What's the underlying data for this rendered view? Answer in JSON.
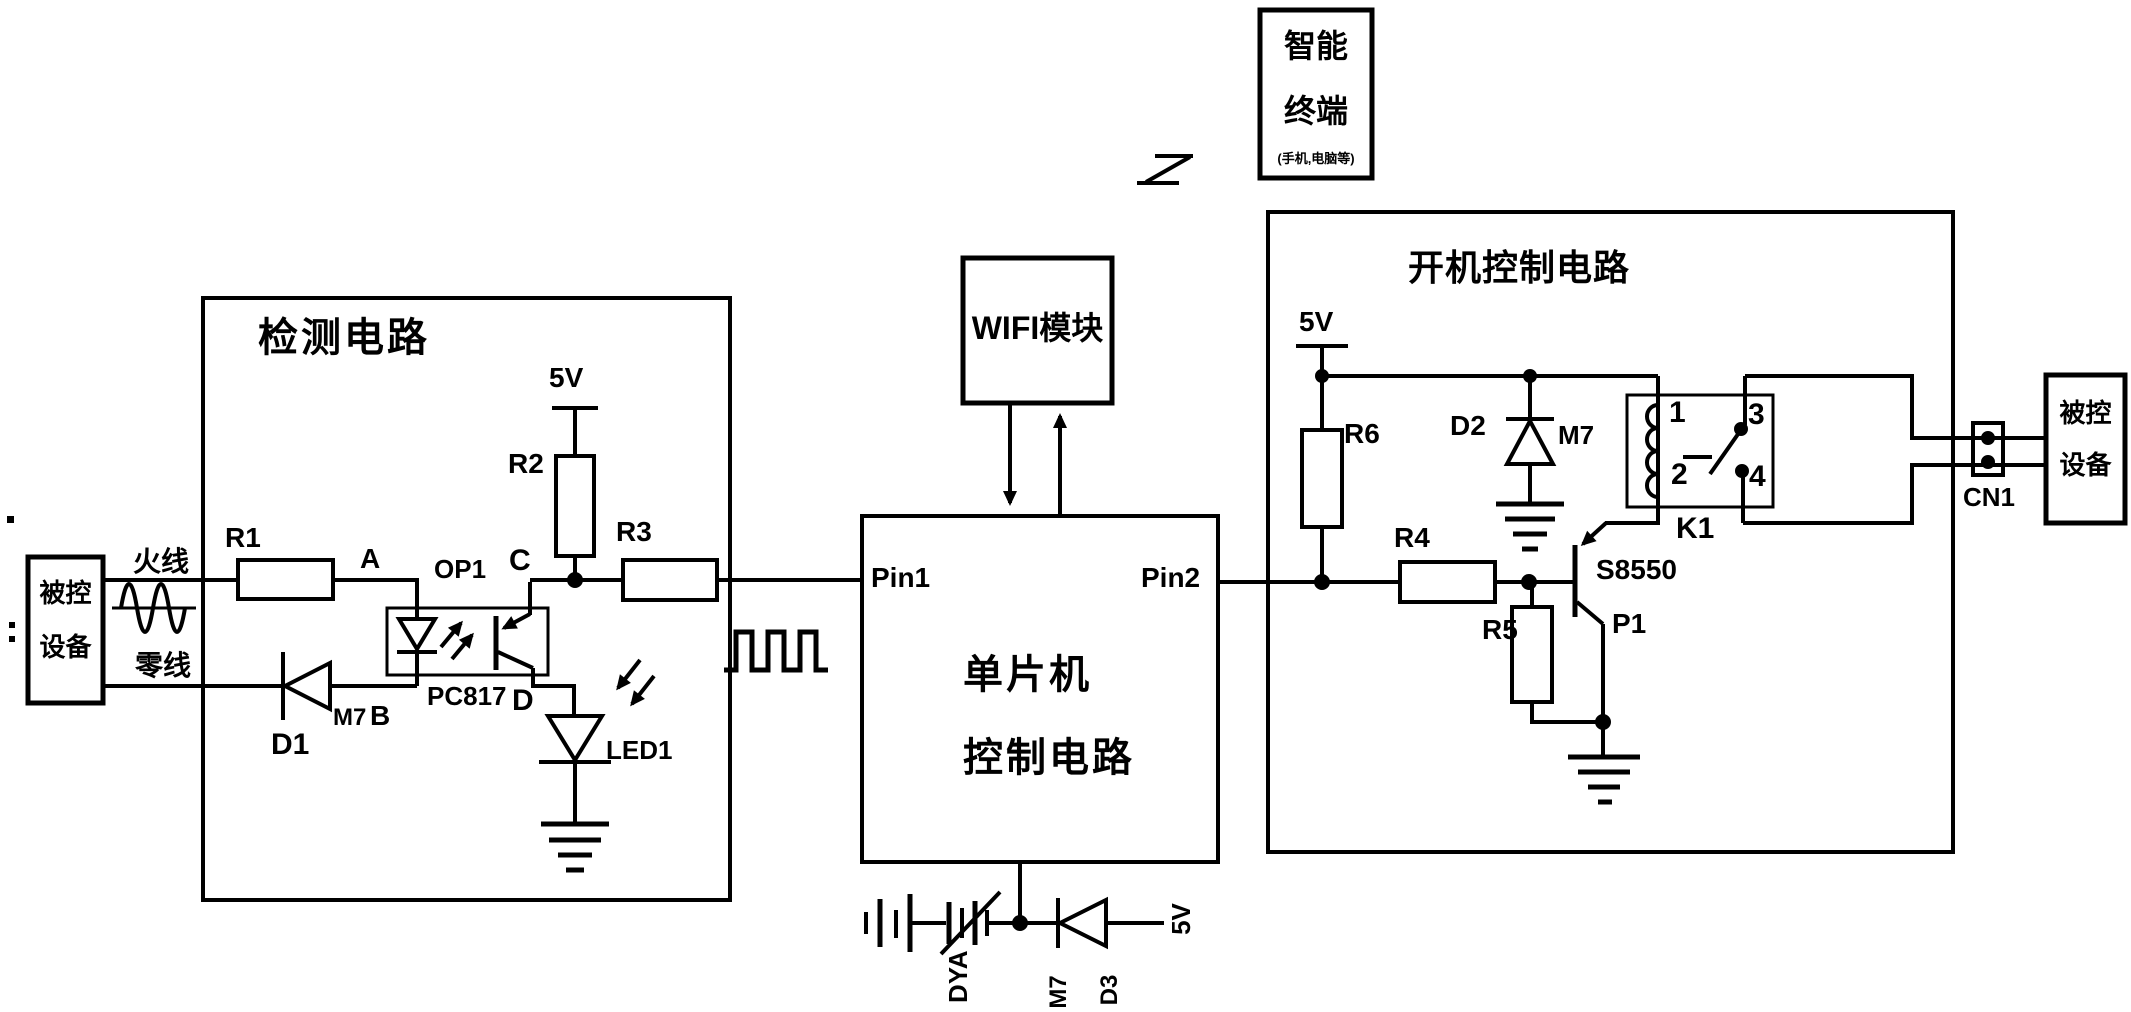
{
  "diagram": {
    "background": "#ffffff",
    "line_color": "#000000",
    "terminal_box": {
      "line1": "智能",
      "line2": "终端",
      "line3": "(手机,电脑等)"
    },
    "wireless_link_icon": "zigzag-wireless-link",
    "wifi_module": {
      "label": "WIFI模块"
    },
    "mcu": {
      "pin1": "Pin1",
      "pin2": "Pin2",
      "title_line1": "单片机",
      "title_line2": "控制电路"
    },
    "mcu_bottom": {
      "battery_label": "DYA",
      "diode_type": "M7",
      "diode_ref": "D3",
      "supply": "5V"
    },
    "detection": {
      "title": "检测电路",
      "hot_wire": "火线",
      "neutral_wire": "零线",
      "r1": "R1",
      "r2": "R2",
      "r3": "R3",
      "node_a": "A",
      "node_b": "B",
      "node_c": "C",
      "node_d": "D",
      "op1": "OP1",
      "pc817": "PC817",
      "d1": "D1",
      "d1_type": "M7",
      "led1": "LED1",
      "supply": "5V"
    },
    "left_device": {
      "line1": "被控",
      "line2": "设备"
    },
    "power_control": {
      "title": "开机控制电路",
      "supply": "5V",
      "r4": "R4",
      "r5": "R5",
      "r6": "R6",
      "d2": "D2",
      "d2_type": "M7",
      "transistor": "S8550",
      "transistor_ref": "P1",
      "relay_ref": "K1",
      "relay_pin1": "1",
      "relay_pin2": "2",
      "relay_pin3": "3",
      "relay_pin4": "4",
      "connector": "CN1"
    },
    "right_device": {
      "line1": "被控",
      "line2": "设备"
    }
  }
}
